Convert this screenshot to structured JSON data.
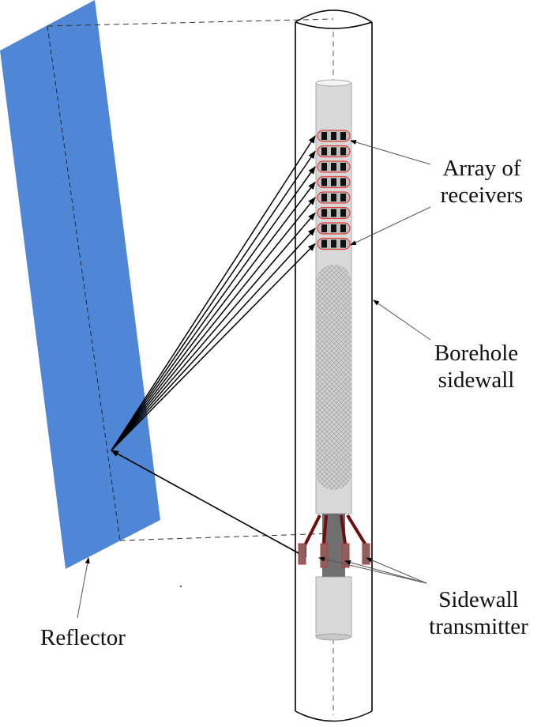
{
  "labels": {
    "array_line1": "Array of",
    "array_line2": "receivers",
    "borehole_line1": "Borehole",
    "borehole_line2": "sidewall",
    "sidewall_line1": "Sidewall",
    "sidewall_line2": "transmitter",
    "reflector": "Reflector"
  },
  "colors": {
    "reflector": "#4f87d6",
    "tool_body": "#d9d9d9",
    "receiver_outline": "#e0413a",
    "receiver_block": "#111111",
    "transmitter_arm": "#6b0f0f",
    "line": "#000000"
  }
}
